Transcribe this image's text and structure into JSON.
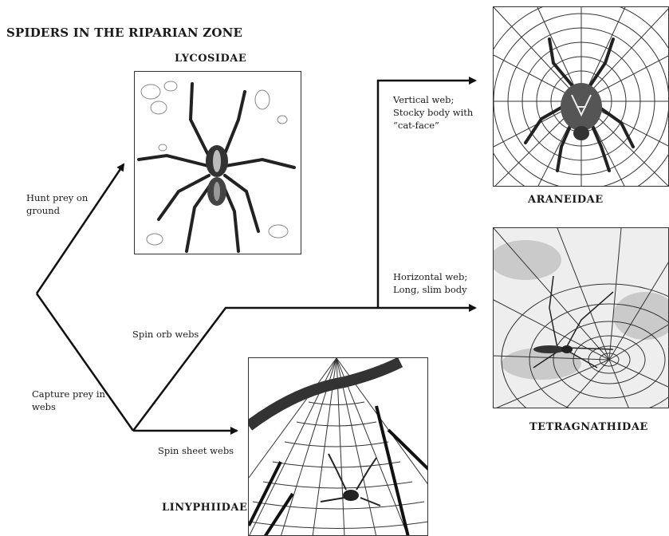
{
  "title": "SPIDERS IN THE RIPARIAN ZONE",
  "families": {
    "lycosidae": "LYCOSIDAE",
    "araneidae": "ARANEIDAE",
    "tetragnathidae": "TETRAGNATHIDAE",
    "linyphiidae": "LINYPHIIDAE"
  },
  "labels": {
    "hunt": "Hunt prey on ground",
    "capture": "Capture prey in webs",
    "orb": "Spin orb webs",
    "sheet": "Spin sheet webs",
    "vertical": "Vertical web; Stocky body with “cat-face”",
    "horizontal": "Horizontal web; Long, slim body"
  }
}
